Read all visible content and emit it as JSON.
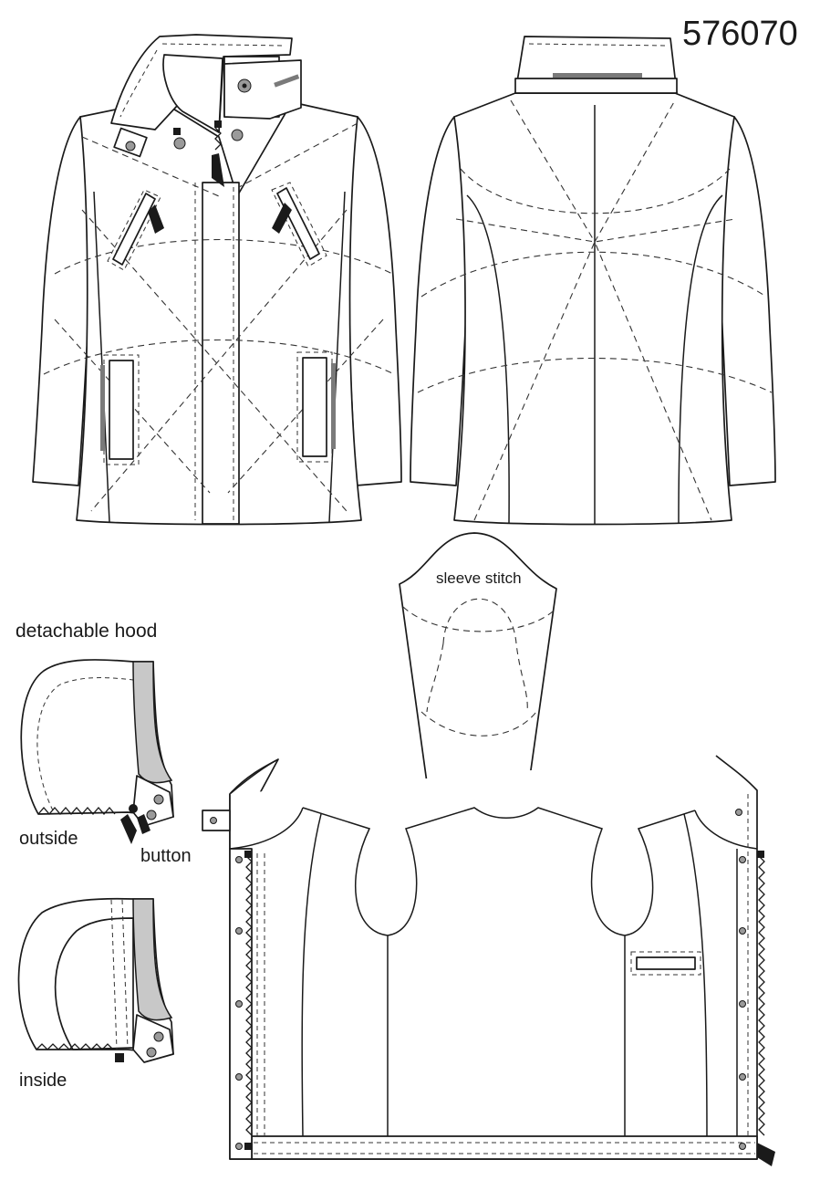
{
  "style_number": "576070",
  "labels": {
    "hood_title": "detachable hood",
    "outside": "outside",
    "button": "button",
    "inside": "inside",
    "sleeve": "sleeve stitch"
  },
  "colors": {
    "outline": "#1a1a1a",
    "grey_fill": "#c8c8c8",
    "grey_bar": "#7a7a7a",
    "button_grey": "#9a9a9a"
  }
}
